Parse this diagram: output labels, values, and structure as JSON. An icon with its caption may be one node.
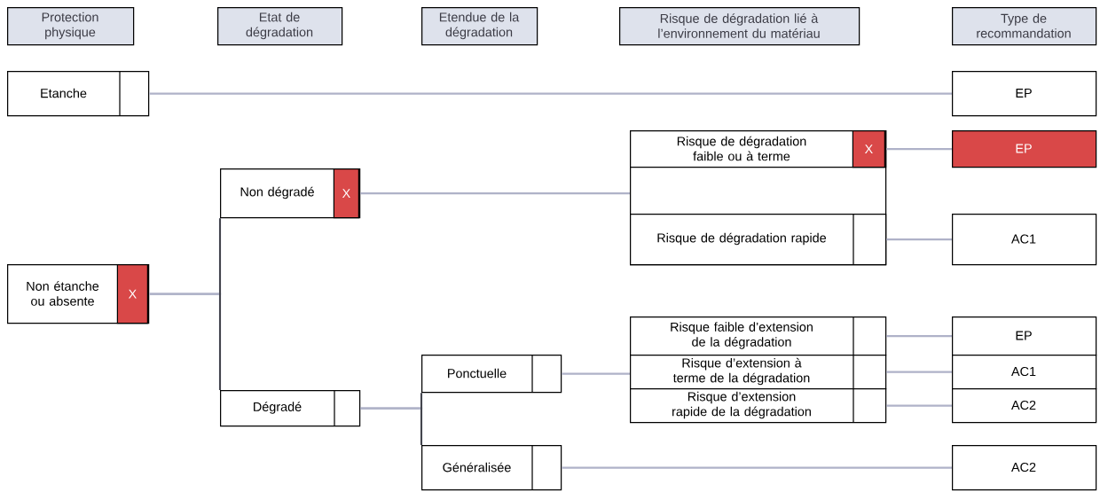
{
  "diagram": {
    "nodes": [
      {
        "text": [
          "Protection physique"
        ]
      },
      {
        "text": [
          "Etat de dégradation"
        ]
      },
      {
        "text": [
          "Etendue de la dégradation"
        ]
      },
      {
        "text": [
          "Risque de dégradation lié à l’environnement du matériau"
        ]
      },
      {
        "text": [
          "Type de recommandation"
        ]
      },
      {
        "text": [
          "Etanche"
        ]
      },
      {
        "text": [
          "Non étanche ou absente",
          "X"
        ]
      },
      {
        "text": [
          "Non dégradé",
          "X"
        ]
      },
      {
        "text": [
          "Dégradé"
        ]
      },
      {
        "text": [
          "Ponctuelle"
        ]
      },
      {
        "text": [
          "Généralisée"
        ]
      },
      {
        "text": [],
        "shape": "box"
      },
      {
        "text": [
          "Risque de dégradation faible ou à terme",
          "X"
        ],
        "in": 11
      },
      {
        "text": [
          "Risque de dégradation rapide"
        ],
        "in": 11
      },
      {
        "text": [
          "Risque faible d’extension de la dégradation"
        ]
      },
      {
        "text": [
          "Risque d’extension à terme de la dégradation"
        ]
      },
      {
        "text": [
          "Risque d’extension rapide de la dégradation"
        ]
      },
      {
        "text": [
          "EP"
        ]
      },
      {
        "text": [
          "EP"
        ]
      },
      {
        "text": [
          "AC1"
        ]
      },
      {
        "text": [
          "EP"
        ]
      },
      {
        "text": [
          "AC1"
        ]
      },
      {
        "text": [
          "AC2"
        ]
      },
      {
        "text": [
          "AC2"
        ]
      }
    ],
    "edges": [
      {
        "from": 5,
        "to": 17,
        "arrow": "none"
      },
      {
        "from": 6,
        "to": 7,
        "arrow": "none"
      },
      {
        "from": 6,
        "to": 8,
        "arrow": "none"
      },
      {
        "from": 7,
        "to": 11,
        "arrow": "none"
      },
      {
        "from": 8,
        "to": 9,
        "arrow": "none"
      },
      {
        "from": 8,
        "to": 10,
        "arrow": "none"
      },
      {
        "from": 9,
        "to": 15,
        "arrow": "none"
      },
      {
        "from": 10,
        "to": 23,
        "arrow": "none"
      },
      {
        "from": 12,
        "to": 18,
        "arrow": "none"
      },
      {
        "from": 13,
        "to": 19,
        "arrow": "none"
      },
      {
        "from": 14,
        "to": 20,
        "arrow": "none"
      },
      {
        "from": 15,
        "to": 21,
        "arrow": "none"
      },
      {
        "from": 16,
        "to": 22,
        "arrow": "none"
      }
    ]
  }
}
